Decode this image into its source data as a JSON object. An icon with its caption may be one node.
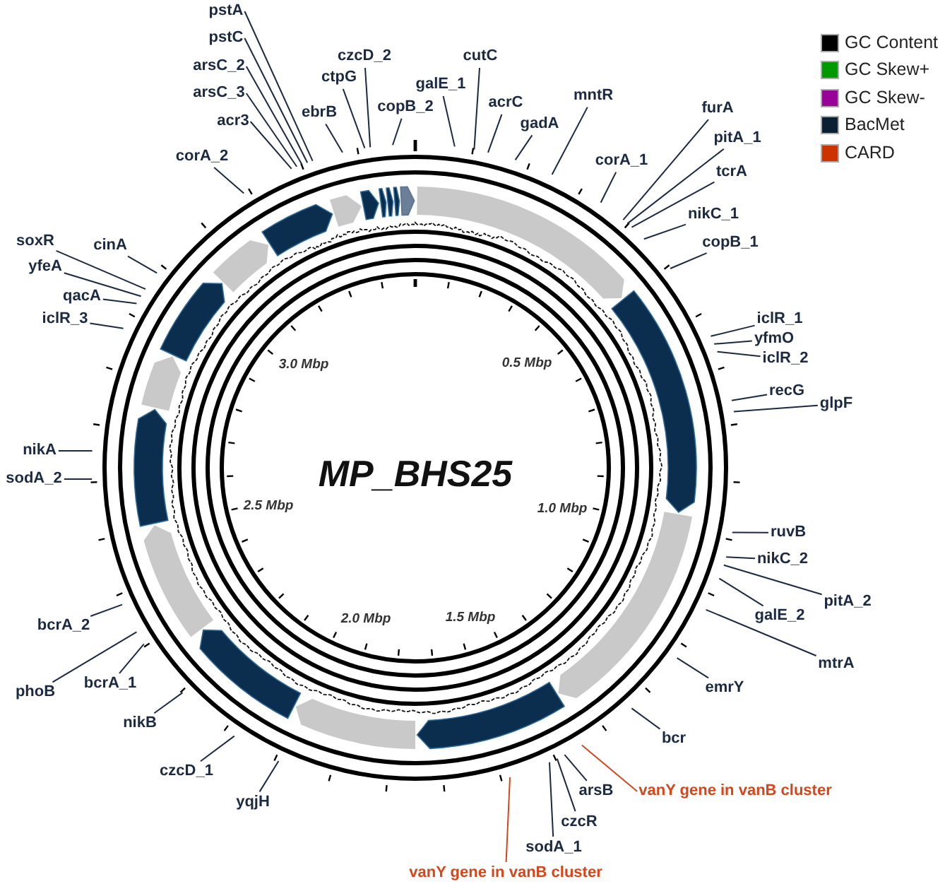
{
  "diagram": {
    "title": "MP_BHS25",
    "nodes": [
      {
        "text": [
          "pstA"
        ]
      },
      {
        "text": [
          "pstC"
        ]
      },
      {
        "text": [
          "cutC"
        ]
      },
      {
        "text": [
          "czcD_2"
        ]
      },
      {
        "text": [
          "arsC_2"
        ]
      },
      {
        "text": [
          "ctpG"
        ]
      },
      {
        "text": [
          "galE_1"
        ]
      },
      {
        "text": [
          "arsC_3"
        ]
      },
      {
        "text": [
          "mntR"
        ]
      },
      {
        "text": [
          "copB_2"
        ]
      },
      {
        "text": [
          "acrC"
        ]
      },
      {
        "text": [
          "ebrB"
        ]
      },
      {
        "text": [
          "furA"
        ]
      },
      {
        "text": [
          "gadA"
        ]
      },
      {
        "text": [
          "acr3"
        ]
      },
      {
        "text": [
          "pitA_1"
        ]
      },
      {
        "text": [
          "corA_2"
        ]
      },
      {
        "text": [
          "corA_1"
        ]
      },
      {
        "text": [
          "tcrA"
        ]
      },
      {
        "text": [
          "nikC_1"
        ]
      },
      {
        "text": [
          "copB_1"
        ]
      },
      {
        "text": [
          "soxR"
        ]
      },
      {
        "text": [
          "cinA"
        ]
      },
      {
        "text": [
          "yfeA"
        ]
      },
      {
        "text": [
          "qacA"
        ]
      },
      {
        "text": [
          "iclR_3"
        ]
      },
      {
        "text": [
          "iclR_1"
        ]
      },
      {
        "text": [
          "iclR_2"
        ]
      },
      {
        "text": [
          "yfmO"
        ]
      },
      {
        "text": [
          "recG"
        ]
      },
      {
        "text": [
          "glpF"
        ]
      },
      {
        "text": [
          "nikA"
        ]
      },
      {
        "text": [
          "sodA_2"
        ]
      },
      {
        "text": [
          "ruvB"
        ]
      },
      {
        "text": [
          "nikC_2"
        ]
      },
      {
        "text": [
          "pitA_2"
        ]
      },
      {
        "text": [
          "galE_2"
        ]
      },
      {
        "text": [
          "bcrA_2"
        ]
      },
      {
        "text": [
          "mtrA"
        ]
      },
      {
        "text": [
          "bcrA_1"
        ]
      },
      {
        "text": [
          "emrY"
        ]
      },
      {
        "text": [
          "phoB"
        ]
      },
      {
        "text": [
          "nikB"
        ]
      },
      {
        "text": [
          "bcr"
        ]
      },
      {
        "text": [
          "czcD_1"
        ]
      },
      {
        "text": [
          "arsB"
        ]
      },
      {
        "text": [
          "yqjH"
        ]
      },
      {
        "text": [
          "vanY gene in vanB cluster"
        ]
      },
      {
        "text": [
          "vanY gene in vanB cluster"
        ]
      },
      {
        "text": [
          "czcR"
        ]
      },
      {
        "text": [
          "sodA_1"
        ]
      }
    ],
    "edges": [
      {
        "from": 0,
        "to": null,
        "arrow": "none"
      },
      {
        "from": 1,
        "to": null,
        "arrow": "none"
      },
      {
        "from": 2,
        "to": null,
        "arrow": "none"
      },
      {
        "from": 3,
        "to": null,
        "arrow": "none"
      },
      {
        "from": 4,
        "to": null,
        "arrow": "none"
      },
      {
        "from": 5,
        "to": null,
        "arrow": "none"
      },
      {
        "from": 6,
        "to": null,
        "arrow": "none"
      },
      {
        "from": 7,
        "to": null,
        "arrow": "none"
      },
      {
        "from": 8,
        "to": null,
        "arrow": "none"
      },
      {
        "from": 9,
        "to": null,
        "arrow": "none"
      },
      {
        "from": 10,
        "to": null,
        "arrow": "none"
      },
      {
        "from": 11,
        "to": null,
        "arrow": "none"
      },
      {
        "from": 12,
        "to": null,
        "arrow": "none"
      },
      {
        "from": 13,
        "to": null,
        "arrow": "none"
      },
      {
        "from": 14,
        "to": null,
        "arrow": "none"
      },
      {
        "from": 15,
        "to": null,
        "arrow": "none"
      },
      {
        "from": 16,
        "to": null,
        "arrow": "none"
      },
      {
        "from": 17,
        "to": null,
        "arrow": "none"
      },
      {
        "from": 18,
        "to": null,
        "arrow": "none"
      },
      {
        "from": 19,
        "to": null,
        "arrow": "none"
      },
      {
        "from": 20,
        "to": null,
        "arrow": "none"
      },
      {
        "from": 21,
        "to": null,
        "arrow": "none"
      },
      {
        "from": 22,
        "to": null,
        "arrow": "none"
      },
      {
        "from": 23,
        "to": null,
        "arrow": "none"
      },
      {
        "from": 24,
        "to": null,
        "arrow": "none"
      },
      {
        "from": 25,
        "to": null,
        "arrow": "none"
      },
      {
        "from": 26,
        "to": null,
        "arrow": "none"
      },
      {
        "from": 27,
        "to": null,
        "arrow": "none"
      },
      {
        "from": 28,
        "to": null,
        "arrow": "none"
      },
      {
        "from": 29,
        "to": null,
        "arrow": "none"
      },
      {
        "from": 30,
        "to": null,
        "arrow": "none"
      },
      {
        "from": 31,
        "to": null,
        "arrow": "none"
      },
      {
        "from": 32,
        "to": null,
        "arrow": "none"
      },
      {
        "from": 33,
        "to": null,
        "arrow": "none"
      },
      {
        "from": 34,
        "to": null,
        "arrow": "none"
      },
      {
        "from": 35,
        "to": null,
        "arrow": "none"
      },
      {
        "from": 36,
        "to": null,
        "arrow": "none"
      },
      {
        "from": 37,
        "to": null,
        "arrow": "none"
      },
      {
        "from": 38,
        "to": null,
        "arrow": "none"
      },
      {
        "from": 39,
        "to": null,
        "arrow": "none"
      },
      {
        "from": 40,
        "to": null,
        "arrow": "none"
      },
      {
        "from": 41,
        "to": null,
        "arrow": "none"
      },
      {
        "from": 42,
        "to": null,
        "arrow": "none"
      },
      {
        "from": 43,
        "to": null,
        "arrow": "none"
      },
      {
        "from": 44,
        "to": null,
        "arrow": "none"
      },
      {
        "from": 45,
        "to": null,
        "arrow": "none"
      },
      {
        "from": 46,
        "to": null,
        "arrow": "none"
      },
      {
        "from": 47,
        "to": null,
        "arrow": "none",
        "color": "#d4461b"
      },
      {
        "from": 48,
        "to": null,
        "arrow": "none",
        "color": "#d4461b"
      },
      {
        "from": 49,
        "to": null,
        "arrow": "none"
      },
      {
        "from": 50,
        "to": null,
        "arrow": "none"
      }
    ],
    "labels": [
      "3.0 Mbp",
      "0.5 Mbp",
      "2.5 Mbp",
      "1.0 Mbp",
      "2.0 Mbp",
      "1.5 Mbp"
    ],
    "legend": [
      {
        "text": "GC Content",
        "color": "#000000"
      },
      {
        "text": "GC Skew+",
        "color": "#009900"
      },
      {
        "text": "GC Skew-",
        "color": "#990099"
      },
      {
        "text": "BacMet",
        "color": "#0b1f33"
      },
      {
        "text": "CARD",
        "color": "#cc3300"
      }
    ]
  }
}
